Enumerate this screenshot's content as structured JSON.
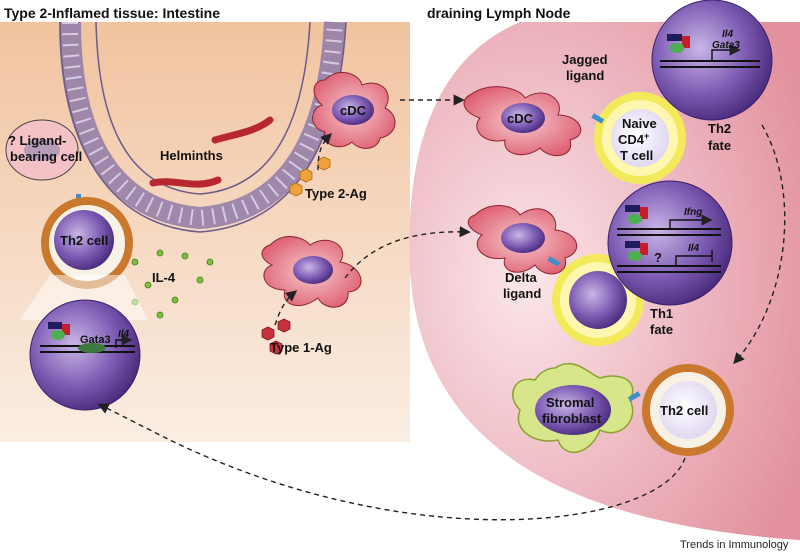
{
  "panels": {
    "left_title": "Type 2-Inflamed tissue: Intestine",
    "right_title": "draining Lymph Node"
  },
  "labels": {
    "ligand_bearing_line1": "? Ligand-",
    "ligand_bearing_line2": "bearing cell",
    "helminths": "Helminths",
    "th2_cell_left": "Th2 cell",
    "il4": "IL-4",
    "gata3_left": "Gata3",
    "il4_gene_left": "Il4",
    "cdc_tissue": "cDC",
    "type2_ag": "Type 2-Ag",
    "type1_ag": "Type 1-Ag",
    "cdc_ln": "cDC",
    "jagged_line1": "Jagged",
    "jagged_line2": "ligand",
    "naive_line1": "Naive",
    "naive_line2": "CD4",
    "naive_sup": "+",
    "naive_line3": "T cell",
    "il4_gene_top": "Il4",
    "gata3_gene_top": "Gata3",
    "th2_fate_line1": "Th2",
    "th2_fate_line2": "fate",
    "ifng_gene": "Ifng",
    "q_mark": "?",
    "il4_gene_th1": "Il4",
    "delta_line1": "Delta",
    "delta_line2": "ligand",
    "th1_fate_line1": "Th1",
    "th1_fate_line2": "fate",
    "stromal_line1": "Stromal",
    "stromal_line2": "fibroblast",
    "th2_cell_ln": "Th2 cell"
  },
  "footer": {
    "journal": "Trends in Immunology"
  },
  "colors": {
    "tissue_bg": "#f4c7a4",
    "ln_bg": "#e79aa6",
    "nucleus": "#6a4a9c",
    "dc_body": "#e06b7a",
    "yellow_ring": "#f2ea5a",
    "orange_ring": "#c9782e",
    "stromal": "#cfe07a",
    "arrow": "#222222"
  }
}
